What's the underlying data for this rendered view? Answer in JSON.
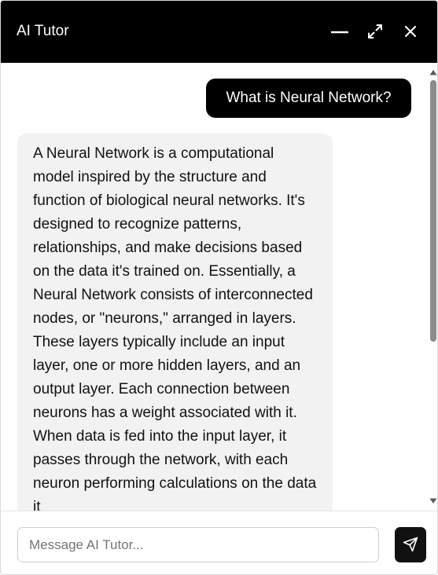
{
  "header": {
    "title": "AI Tutor",
    "minimize_icon": "minus-icon",
    "expand_icon": "expand-arrows-icon",
    "close_icon": "close-x-icon"
  },
  "messages": [
    {
      "role": "user",
      "text": "What is Neural Network?"
    },
    {
      "role": "assistant",
      "text": "A Neural Network is a computational model inspired by the structure and function of biological neural networks. It's designed to recognize patterns, relationships, and make decisions based on the data it's trained on. Essentially, a Neural Network consists of interconnected nodes, or \"neurons,\" arranged in layers. These layers typically include an input layer, one or more hidden layers, and an output layer. Each connection between neurons has a weight associated with it. When data is fed into the input layer, it passes through the network, with each neuron performing calculations on the data it"
    }
  ],
  "composer": {
    "placeholder": "Message AI Tutor...",
    "value": "",
    "send_icon": "send-paper-plane-icon"
  },
  "colors": {
    "header_bg": "#000000",
    "user_bubble_bg": "#000000",
    "assistant_bubble_bg": "#f2f2f2",
    "send_button_bg": "#111111"
  }
}
